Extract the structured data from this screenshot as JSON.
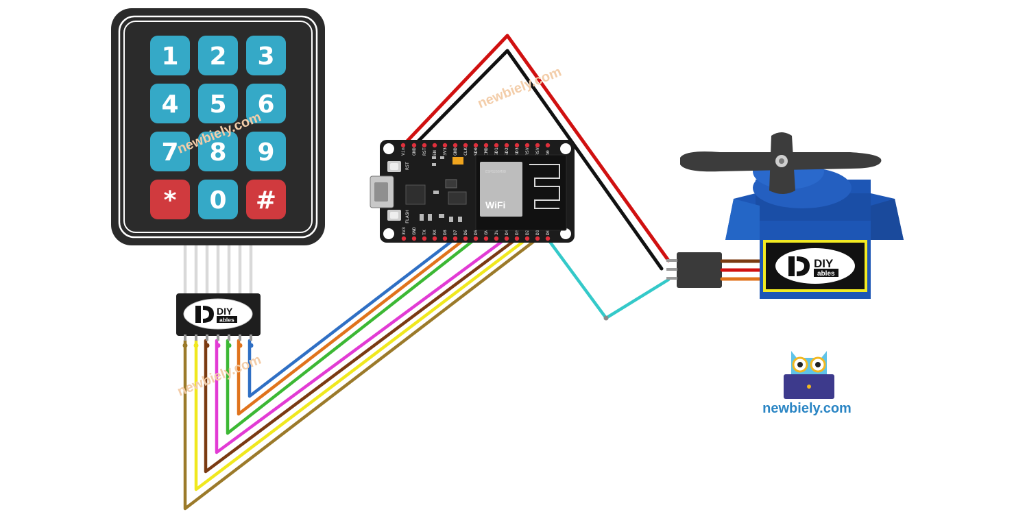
{
  "keypad": {
    "keys": [
      "1",
      "2",
      "3",
      "4",
      "5",
      "6",
      "7",
      "8",
      "9",
      "*",
      "0",
      "#"
    ],
    "key_color": "#35a9c7",
    "special_key_color": "#d03a3e"
  },
  "esp_board": {
    "top_pins": [
      "Vin",
      "GND",
      "RST",
      "EN",
      "3V3",
      "GND",
      "CLK",
      "SD0",
      "CMD",
      "SD1",
      "SD2",
      "SD3",
      "RSV",
      "RSV",
      "A0"
    ],
    "bottom_pins": [
      "3V3",
      "GND",
      "TX",
      "RX",
      "D8",
      "D7",
      "D6",
      "D5",
      "GND",
      "3V3",
      "D4",
      "D3",
      "D2",
      "D1",
      "D0"
    ],
    "button_left_top": "RST",
    "button_left_bottom": "FLASH",
    "module_label": "ESP8266MOD",
    "module_wifi": "WiFi"
  },
  "logo": {
    "diy": "DIY",
    "ables": "ables"
  },
  "watermarks": [
    "newbiely.com",
    "newbiely.com",
    "newbiely.com"
  ],
  "brand": {
    "text": "newbiely.com"
  },
  "wire_colors": {
    "red": "#d01010",
    "black": "#111111",
    "cyan": "#34c9c9",
    "blue": "#2f6fc4",
    "orange": "#e0731c",
    "green": "#3cb834",
    "magenta": "#e23bd4",
    "brown": "#7a3a12",
    "yellow": "#f0e81e",
    "olive": "#9b7a2a"
  }
}
